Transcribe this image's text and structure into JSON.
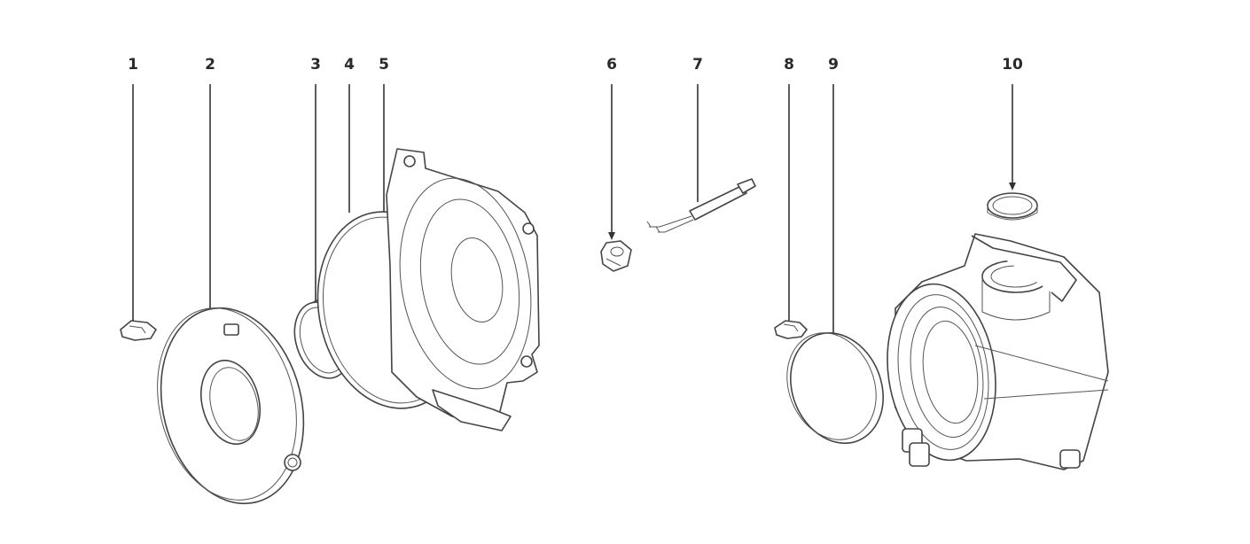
{
  "diagram": {
    "callouts": [
      {
        "id": "1",
        "label": "1"
      },
      {
        "id": "2",
        "label": "2"
      },
      {
        "id": "3",
        "label": "3"
      },
      {
        "id": "4",
        "label": "4"
      },
      {
        "id": "5",
        "label": "5"
      },
      {
        "id": "6",
        "label": "6"
      },
      {
        "id": "7",
        "label": "7"
      },
      {
        "id": "8",
        "label": "8"
      },
      {
        "id": "9",
        "label": "9"
      },
      {
        "id": "10",
        "label": "10"
      }
    ],
    "colors": {
      "line": "#333333",
      "background": "#ffffff"
    }
  }
}
